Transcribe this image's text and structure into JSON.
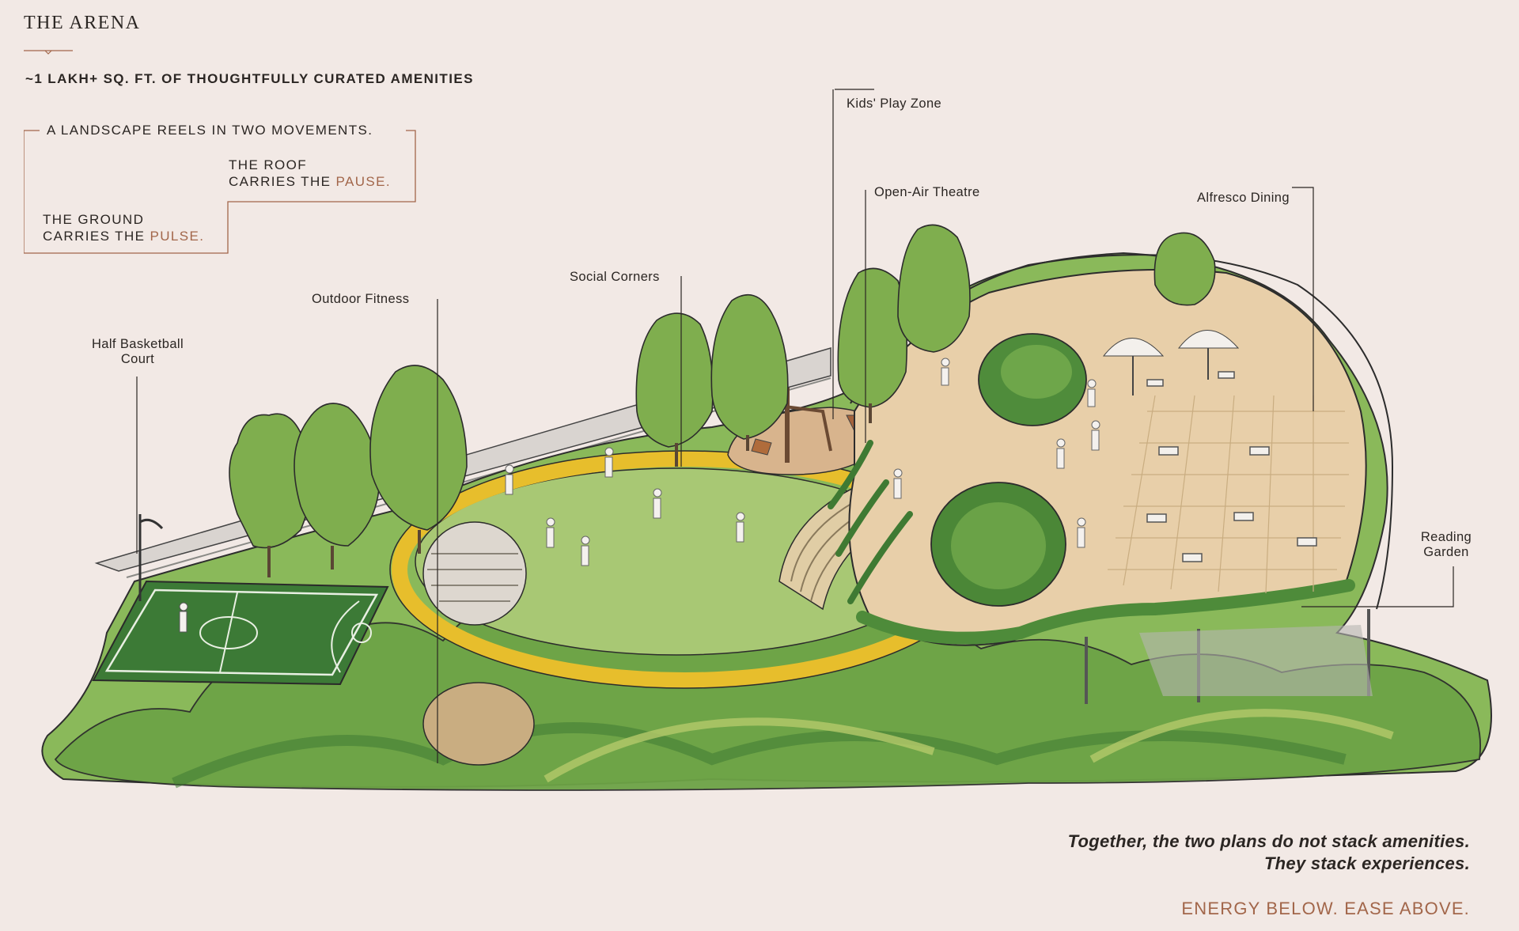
{
  "header": {
    "brand": "THE ARENA",
    "subtitle": "~1 LAKH+ SQ. FT. OF THOUGHTFULLY CURATED AMENITIES"
  },
  "intro": {
    "heading": "A LANDSCAPE REELS IN TWO MOVEMENTS.",
    "roof_line1": "THE ROOF",
    "roof_line2_prefix": "CARRIES THE ",
    "roof_accent": "PAUSE.",
    "ground_line1": "THE GROUND",
    "ground_line2_prefix": "CARRIES THE ",
    "ground_accent": "PULSE."
  },
  "callouts": [
    {
      "line1": "Half Basketball",
      "line2": "Court"
    },
    {
      "line1": "Outdoor Fitness"
    },
    {
      "line1": "Social Corners"
    },
    {
      "line1": "Kids' Play Zone"
    },
    {
      "line1": "Open-Air Theatre"
    },
    {
      "line1": "Alfresco Dining"
    },
    {
      "line1": "Reading",
      "line2": "Garden"
    }
  ],
  "footer": {
    "quote_line1": "Together, the two plans do not stack amenities.",
    "quote_line2": "They stack experiences.",
    "tagline": "ENERGY BELOW. EASE ABOVE."
  },
  "colors": {
    "background": "#f2e9e5",
    "accent": "#a2664a",
    "text": "#2b2623",
    "grass": "#7fae4e",
    "deep_green": "#3f7a33",
    "path_yellow": "#e7be2c",
    "deck_sand": "#e8cfa9"
  }
}
